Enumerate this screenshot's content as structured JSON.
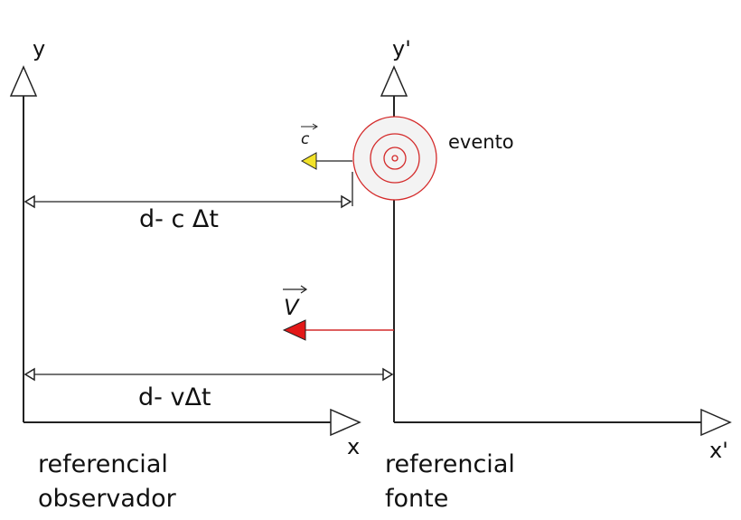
{
  "labels": {
    "y_left": "y",
    "x_left": "x",
    "y_right": "y'",
    "x_right": "x'",
    "event": "evento",
    "light_vector": "c",
    "velocity_vector": "V",
    "dist_light": "d- c Δt",
    "dist_velocity": "d- vΔt",
    "observer_line1": "referencial",
    "observer_line2": "observador",
    "source_line1": "referencial",
    "source_line2": "fonte"
  },
  "colors": {
    "axis": "#222222",
    "event_rings": "#d42a2a",
    "light_arrow": "#f2e229",
    "velocity_arrow": "#e31818"
  }
}
